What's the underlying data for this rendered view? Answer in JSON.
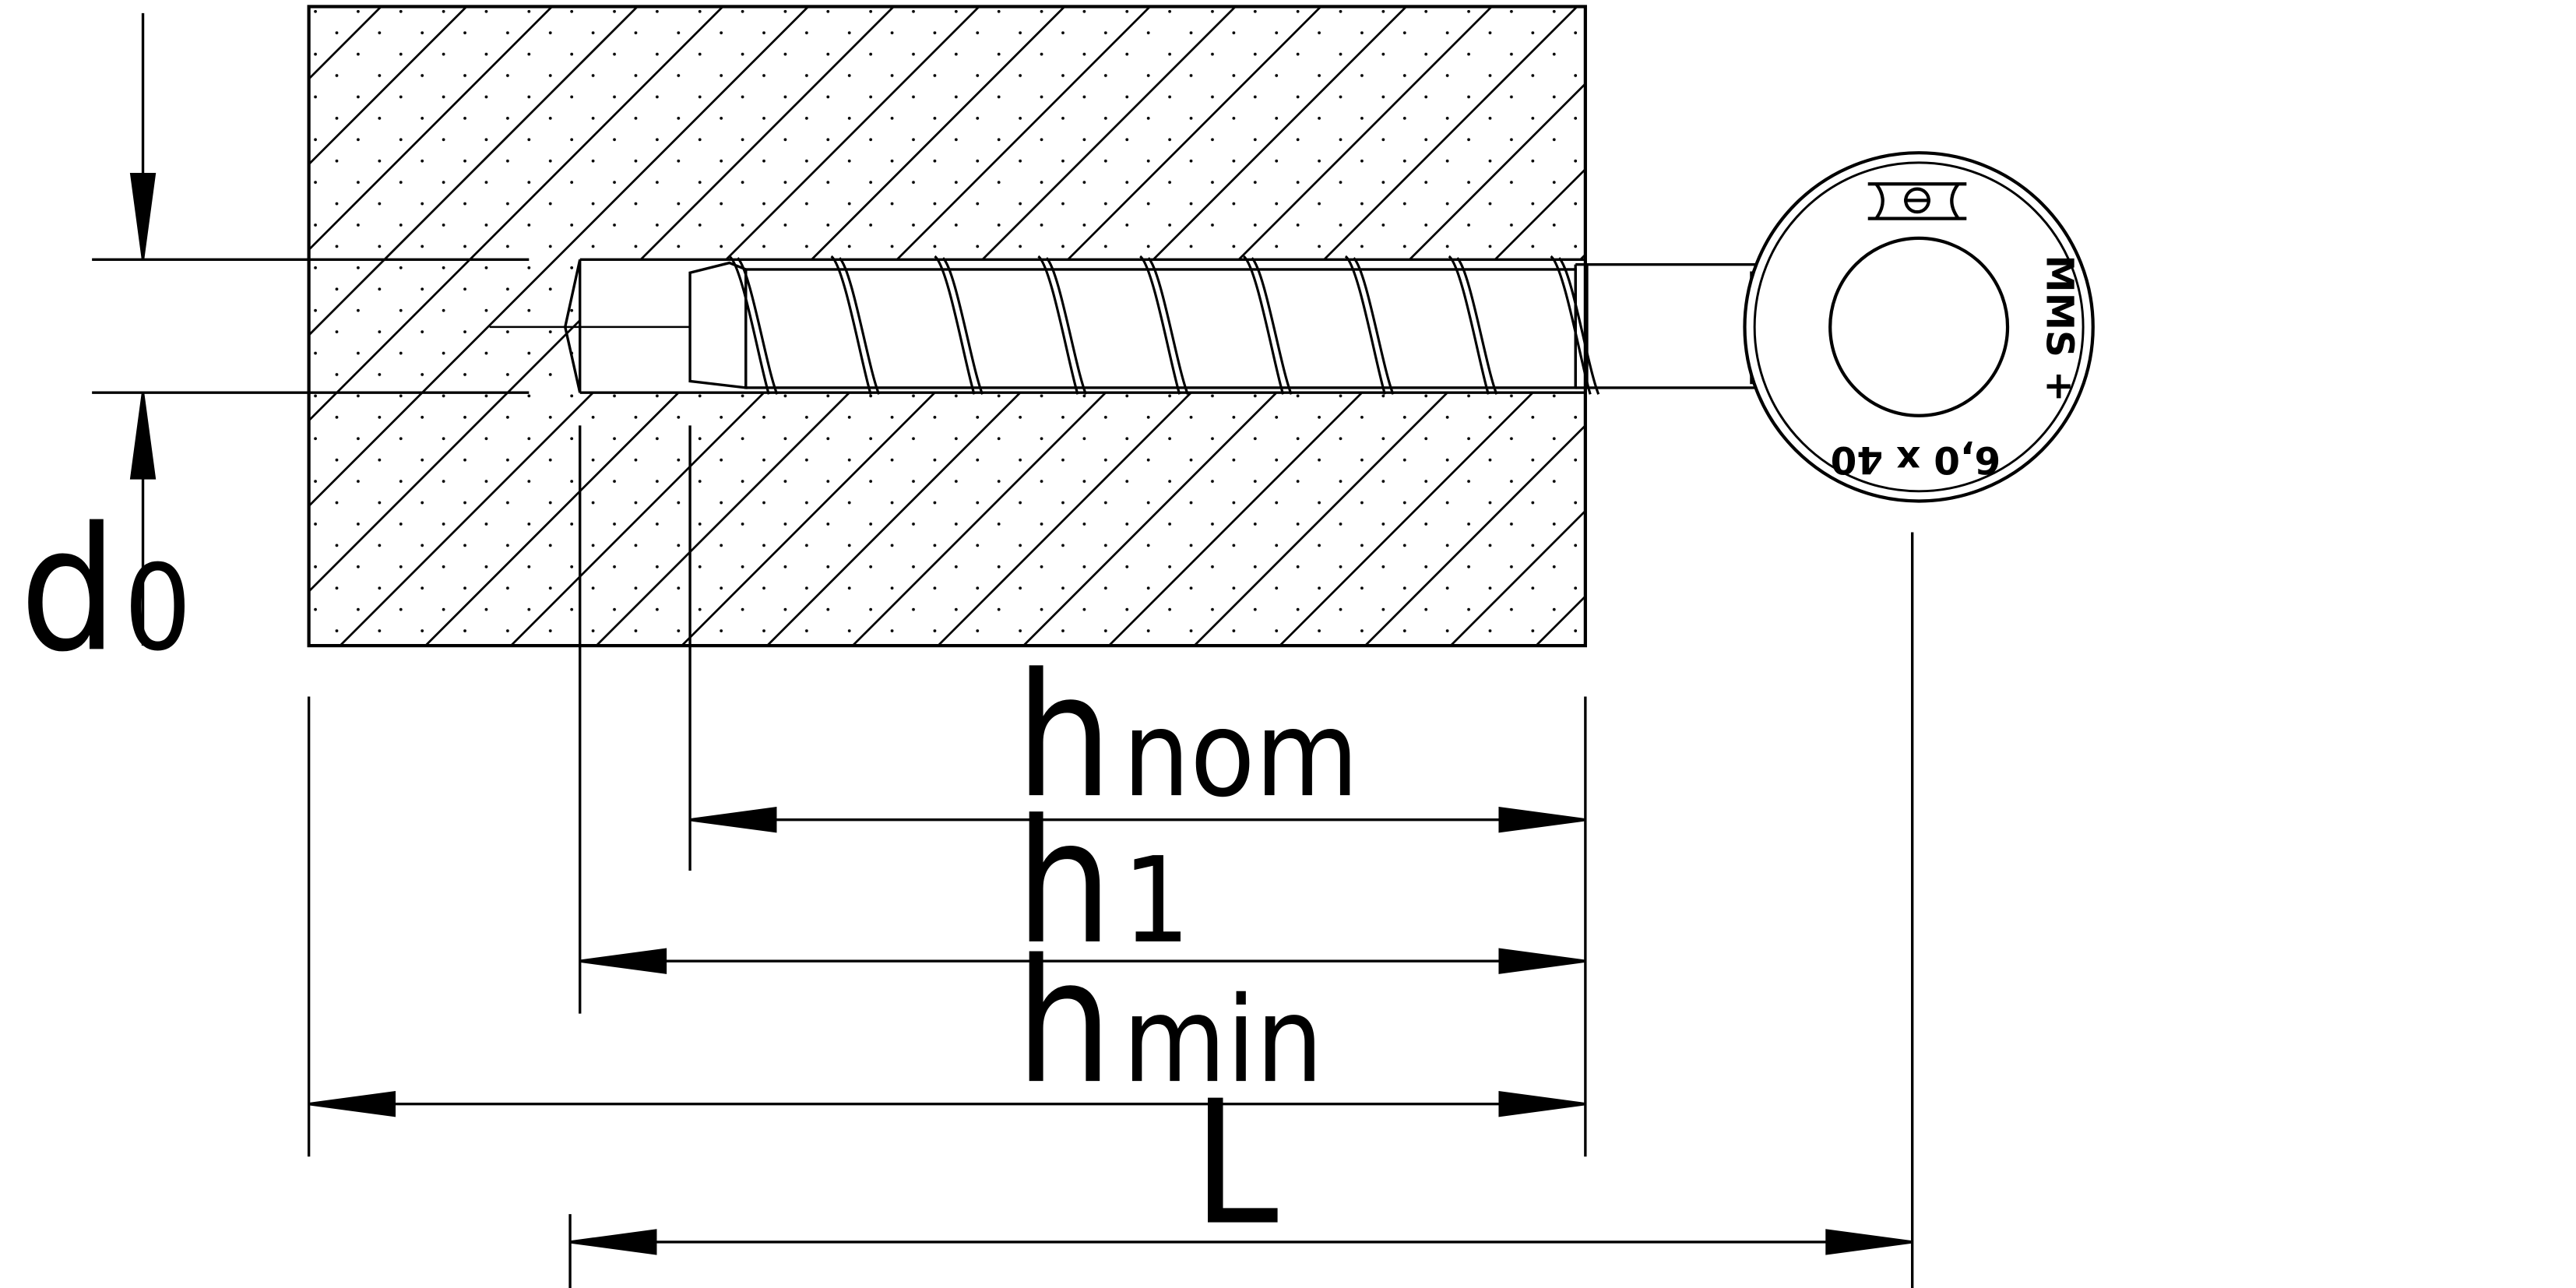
{
  "labels": {
    "d0_main": "d",
    "d0_sub": "0",
    "hnom_main": "h",
    "hnom_sub": "nom",
    "h1_main": "h",
    "h1_sub": "1",
    "hmin_main": "h",
    "hmin_sub": "min",
    "L": "L"
  },
  "head_stamp": {
    "brand": "MMS +",
    "size": "6,0 x 40"
  },
  "colors": {
    "line": "#000000",
    "background": "#ffffff"
  }
}
